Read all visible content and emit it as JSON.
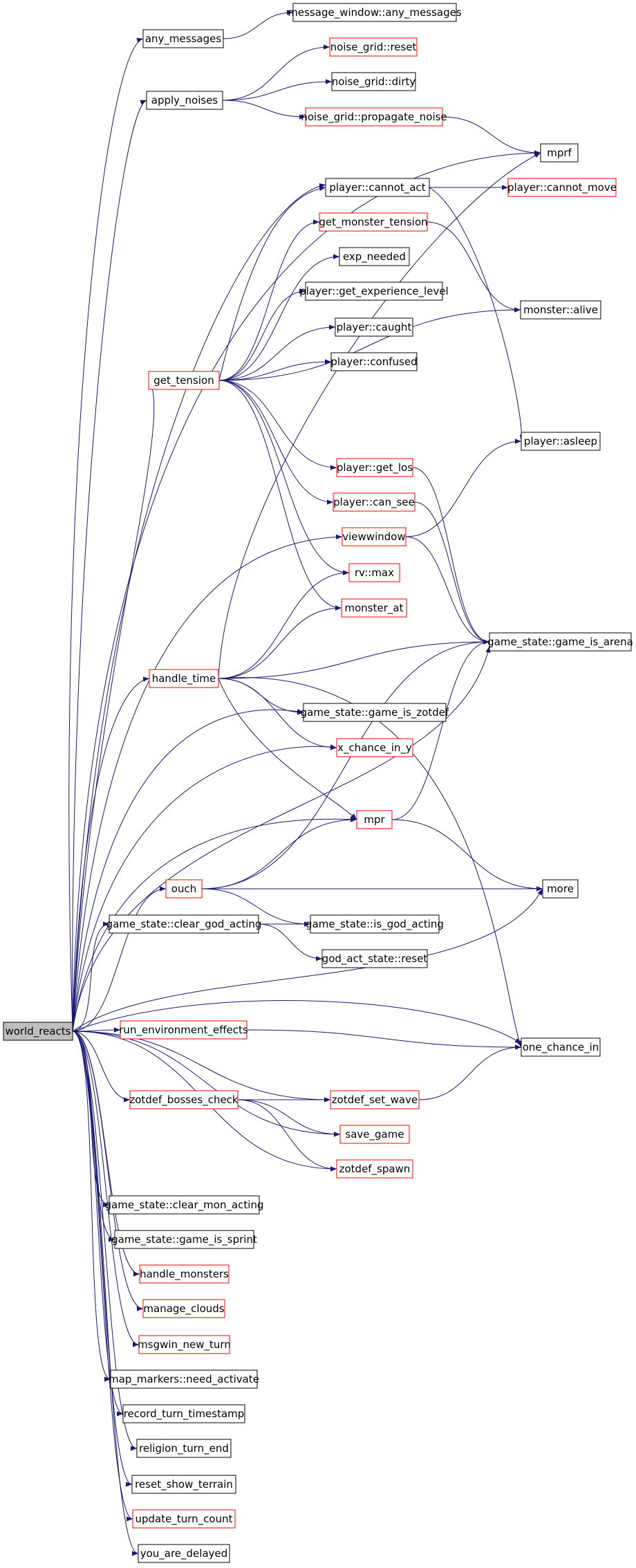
{
  "colors": {
    "edge": "#191970",
    "node_border_black": "#000000",
    "node_border_red": "#ff0000",
    "root_fill": "#bfbfbf",
    "node_fill": "#ffffff"
  },
  "nodes": [
    {
      "id": "world_reacts",
      "label": "world_reacts",
      "border": "black",
      "root": true
    },
    {
      "id": "any_messages",
      "label": "any_messages",
      "border": "black"
    },
    {
      "id": "message_window_any_messages",
      "label": "message_window::any_messages",
      "border": "black"
    },
    {
      "id": "apply_noises",
      "label": "apply_noises",
      "border": "black"
    },
    {
      "id": "noise_grid_reset",
      "label": "noise_grid::reset",
      "border": "red"
    },
    {
      "id": "noise_grid_dirty",
      "label": "noise_grid::dirty",
      "border": "black"
    },
    {
      "id": "noise_grid_propagate_noise",
      "label": "noise_grid::propagate_noise",
      "border": "red"
    },
    {
      "id": "mprf",
      "label": "mprf",
      "border": "black"
    },
    {
      "id": "player_cannot_act",
      "label": "player::cannot_act",
      "border": "black"
    },
    {
      "id": "player_cannot_move",
      "label": "player::cannot_move",
      "border": "red"
    },
    {
      "id": "get_monster_tension",
      "label": "get_monster_tension",
      "border": "red"
    },
    {
      "id": "exp_needed",
      "label": "exp_needed",
      "border": "black"
    },
    {
      "id": "player_get_experience_level",
      "label": "player::get_experience_level",
      "border": "black"
    },
    {
      "id": "monster_alive",
      "label": "monster::alive",
      "border": "black"
    },
    {
      "id": "player_caught",
      "label": "player::caught",
      "border": "black"
    },
    {
      "id": "player_confused",
      "label": "player::confused",
      "border": "black"
    },
    {
      "id": "get_tension",
      "label": "get_tension",
      "border": "red"
    },
    {
      "id": "player_asleep",
      "label": "player::asleep",
      "border": "black"
    },
    {
      "id": "player_get_los",
      "label": "player::get_los",
      "border": "red"
    },
    {
      "id": "player_can_see",
      "label": "player::can_see",
      "border": "red"
    },
    {
      "id": "viewwindow",
      "label": "viewwindow",
      "border": "red"
    },
    {
      "id": "rv_max",
      "label": "rv::max",
      "border": "red"
    },
    {
      "id": "monster_at",
      "label": "monster_at",
      "border": "red"
    },
    {
      "id": "game_state_game_is_arena",
      "label": "game_state::game_is_arena",
      "border": "black"
    },
    {
      "id": "handle_time",
      "label": "handle_time",
      "border": "red"
    },
    {
      "id": "game_state_game_is_zotdef",
      "label": "game_state::game_is_zotdef",
      "border": "black"
    },
    {
      "id": "x_chance_in_y",
      "label": "x_chance_in_y",
      "border": "red"
    },
    {
      "id": "mpr",
      "label": "mpr",
      "border": "red"
    },
    {
      "id": "ouch",
      "label": "ouch",
      "border": "red"
    },
    {
      "id": "more",
      "label": "more",
      "border": "black"
    },
    {
      "id": "game_state_clear_god_acting",
      "label": "game_state::clear_god_acting",
      "border": "black"
    },
    {
      "id": "game_state_is_god_acting",
      "label": "game_state::is_god_acting",
      "border": "black"
    },
    {
      "id": "god_act_state_reset",
      "label": "god_act_state::reset",
      "border": "black"
    },
    {
      "id": "run_environment_effects",
      "label": "run_environment_effects",
      "border": "red"
    },
    {
      "id": "one_chance_in",
      "label": "one_chance_in",
      "border": "black"
    },
    {
      "id": "zotdef_bosses_check",
      "label": "zotdef_bosses_check",
      "border": "red"
    },
    {
      "id": "zotdef_set_wave",
      "label": "zotdef_set_wave",
      "border": "red"
    },
    {
      "id": "save_game",
      "label": "save_game",
      "border": "red"
    },
    {
      "id": "zotdef_spawn",
      "label": "zotdef_spawn",
      "border": "red"
    },
    {
      "id": "game_state_clear_mon_acting",
      "label": "game_state::clear_mon_acting",
      "border": "black"
    },
    {
      "id": "game_state_game_is_sprint",
      "label": "game_state::game_is_sprint",
      "border": "black"
    },
    {
      "id": "handle_monsters",
      "label": "handle_monsters",
      "border": "red"
    },
    {
      "id": "manage_clouds",
      "label": "manage_clouds",
      "border": "red"
    },
    {
      "id": "msgwin_new_turn",
      "label": "msgwin_new_turn",
      "border": "red"
    },
    {
      "id": "map_markers_need_activate",
      "label": "map_markers::need_activate",
      "border": "black"
    },
    {
      "id": "record_turn_timestamp",
      "label": "record_turn_timestamp",
      "border": "black"
    },
    {
      "id": "religion_turn_end",
      "label": "religion_turn_end",
      "border": "black"
    },
    {
      "id": "reset_show_terrain",
      "label": "reset_show_terrain",
      "border": "black"
    },
    {
      "id": "update_turn_count",
      "label": "update_turn_count",
      "border": "red"
    },
    {
      "id": "you_are_delayed",
      "label": "you_are_delayed",
      "border": "black"
    }
  ],
  "edges": [
    [
      "world_reacts",
      "any_messages"
    ],
    [
      "world_reacts",
      "apply_noises"
    ],
    [
      "world_reacts",
      "mprf"
    ],
    [
      "world_reacts",
      "player_cannot_act"
    ],
    [
      "world_reacts",
      "get_tension"
    ],
    [
      "world_reacts",
      "viewwindow"
    ],
    [
      "world_reacts",
      "handle_time"
    ],
    [
      "world_reacts",
      "game_state_game_is_zotdef"
    ],
    [
      "world_reacts",
      "x_chance_in_y"
    ],
    [
      "world_reacts",
      "mpr"
    ],
    [
      "world_reacts",
      "game_state_game_is_arena"
    ],
    [
      "world_reacts",
      "ouch"
    ],
    [
      "world_reacts",
      "game_state_clear_god_acting"
    ],
    [
      "world_reacts",
      "more"
    ],
    [
      "world_reacts",
      "one_chance_in"
    ],
    [
      "world_reacts",
      "run_environment_effects"
    ],
    [
      "world_reacts",
      "zotdef_bosses_check"
    ],
    [
      "world_reacts",
      "zotdef_set_wave"
    ],
    [
      "world_reacts",
      "save_game"
    ],
    [
      "world_reacts",
      "zotdef_spawn"
    ],
    [
      "world_reacts",
      "game_state_clear_mon_acting"
    ],
    [
      "world_reacts",
      "game_state_game_is_sprint"
    ],
    [
      "world_reacts",
      "handle_monsters"
    ],
    [
      "world_reacts",
      "manage_clouds"
    ],
    [
      "world_reacts",
      "msgwin_new_turn"
    ],
    [
      "world_reacts",
      "map_markers_need_activate"
    ],
    [
      "world_reacts",
      "record_turn_timestamp"
    ],
    [
      "world_reacts",
      "religion_turn_end"
    ],
    [
      "world_reacts",
      "reset_show_terrain"
    ],
    [
      "world_reacts",
      "update_turn_count"
    ],
    [
      "world_reacts",
      "you_are_delayed"
    ],
    [
      "any_messages",
      "message_window_any_messages"
    ],
    [
      "apply_noises",
      "noise_grid_reset"
    ],
    [
      "apply_noises",
      "noise_grid_dirty"
    ],
    [
      "apply_noises",
      "noise_grid_propagate_noise"
    ],
    [
      "noise_grid_propagate_noise",
      "mprf"
    ],
    [
      "player_cannot_act",
      "player_cannot_move"
    ],
    [
      "player_cannot_act",
      "player_asleep"
    ],
    [
      "get_tension",
      "player_cannot_act"
    ],
    [
      "get_tension",
      "get_monster_tension"
    ],
    [
      "get_tension",
      "exp_needed"
    ],
    [
      "get_tension",
      "player_get_experience_level"
    ],
    [
      "get_tension",
      "player_caught"
    ],
    [
      "get_tension",
      "player_confused"
    ],
    [
      "get_tension",
      "monster_alive"
    ],
    [
      "get_tension",
      "player_get_los"
    ],
    [
      "get_tension",
      "player_can_see"
    ],
    [
      "get_tension",
      "rv_max"
    ],
    [
      "get_tension",
      "monster_at"
    ],
    [
      "get_monster_tension",
      "monster_alive"
    ],
    [
      "player_get_los",
      "game_state_game_is_arena"
    ],
    [
      "player_can_see",
      "game_state_game_is_arena"
    ],
    [
      "viewwindow",
      "player_asleep"
    ],
    [
      "viewwindow",
      "game_state_game_is_arena"
    ],
    [
      "handle_time",
      "mprf"
    ],
    [
      "handle_time",
      "rv_max"
    ],
    [
      "handle_time",
      "monster_at"
    ],
    [
      "handle_time",
      "game_state_game_is_arena"
    ],
    [
      "handle_time",
      "game_state_game_is_zotdef"
    ],
    [
      "handle_time",
      "x_chance_in_y"
    ],
    [
      "handle_time",
      "mpr"
    ],
    [
      "handle_time",
      "one_chance_in"
    ],
    [
      "mpr",
      "game_state_game_is_arena"
    ],
    [
      "mpr",
      "more"
    ],
    [
      "ouch",
      "mpr"
    ],
    [
      "ouch",
      "game_state_game_is_arena"
    ],
    [
      "ouch",
      "more"
    ],
    [
      "ouch",
      "game_state_is_god_acting"
    ],
    [
      "game_state_clear_god_acting",
      "game_state_is_god_acting"
    ],
    [
      "game_state_clear_god_acting",
      "god_act_state_reset"
    ],
    [
      "run_environment_effects",
      "one_chance_in"
    ],
    [
      "zotdef_bosses_check",
      "zotdef_set_wave"
    ],
    [
      "zotdef_bosses_check",
      "save_game"
    ],
    [
      "zotdef_bosses_check",
      "zotdef_spawn"
    ],
    [
      "zotdef_set_wave",
      "one_chance_in"
    ]
  ]
}
